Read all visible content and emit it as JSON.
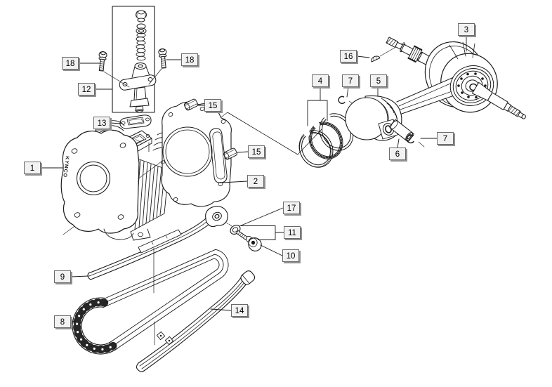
{
  "figure": {
    "background": "#ffffff",
    "ink": "#1a1a1a",
    "callout_style": {
      "bg": "#f2f2f2",
      "border": "#6a6a6a",
      "shadow": "#919191",
      "text": "#000000"
    },
    "brand_text": "KYMCO",
    "callouts": [
      {
        "label": "1"
      },
      {
        "label": "2"
      },
      {
        "label": "3"
      },
      {
        "label": "4"
      },
      {
        "label": "5"
      },
      {
        "label": "6"
      },
      {
        "label": "7"
      },
      {
        "label": "7"
      },
      {
        "label": "8"
      },
      {
        "label": "9"
      },
      {
        "label": "10"
      },
      {
        "label": "11"
      },
      {
        "label": "12"
      },
      {
        "label": "13"
      },
      {
        "label": "14"
      },
      {
        "label": "15"
      },
      {
        "label": "15"
      },
      {
        "label": "16"
      },
      {
        "label": "17"
      },
      {
        "label": "18"
      },
      {
        "label": "18"
      }
    ]
  }
}
